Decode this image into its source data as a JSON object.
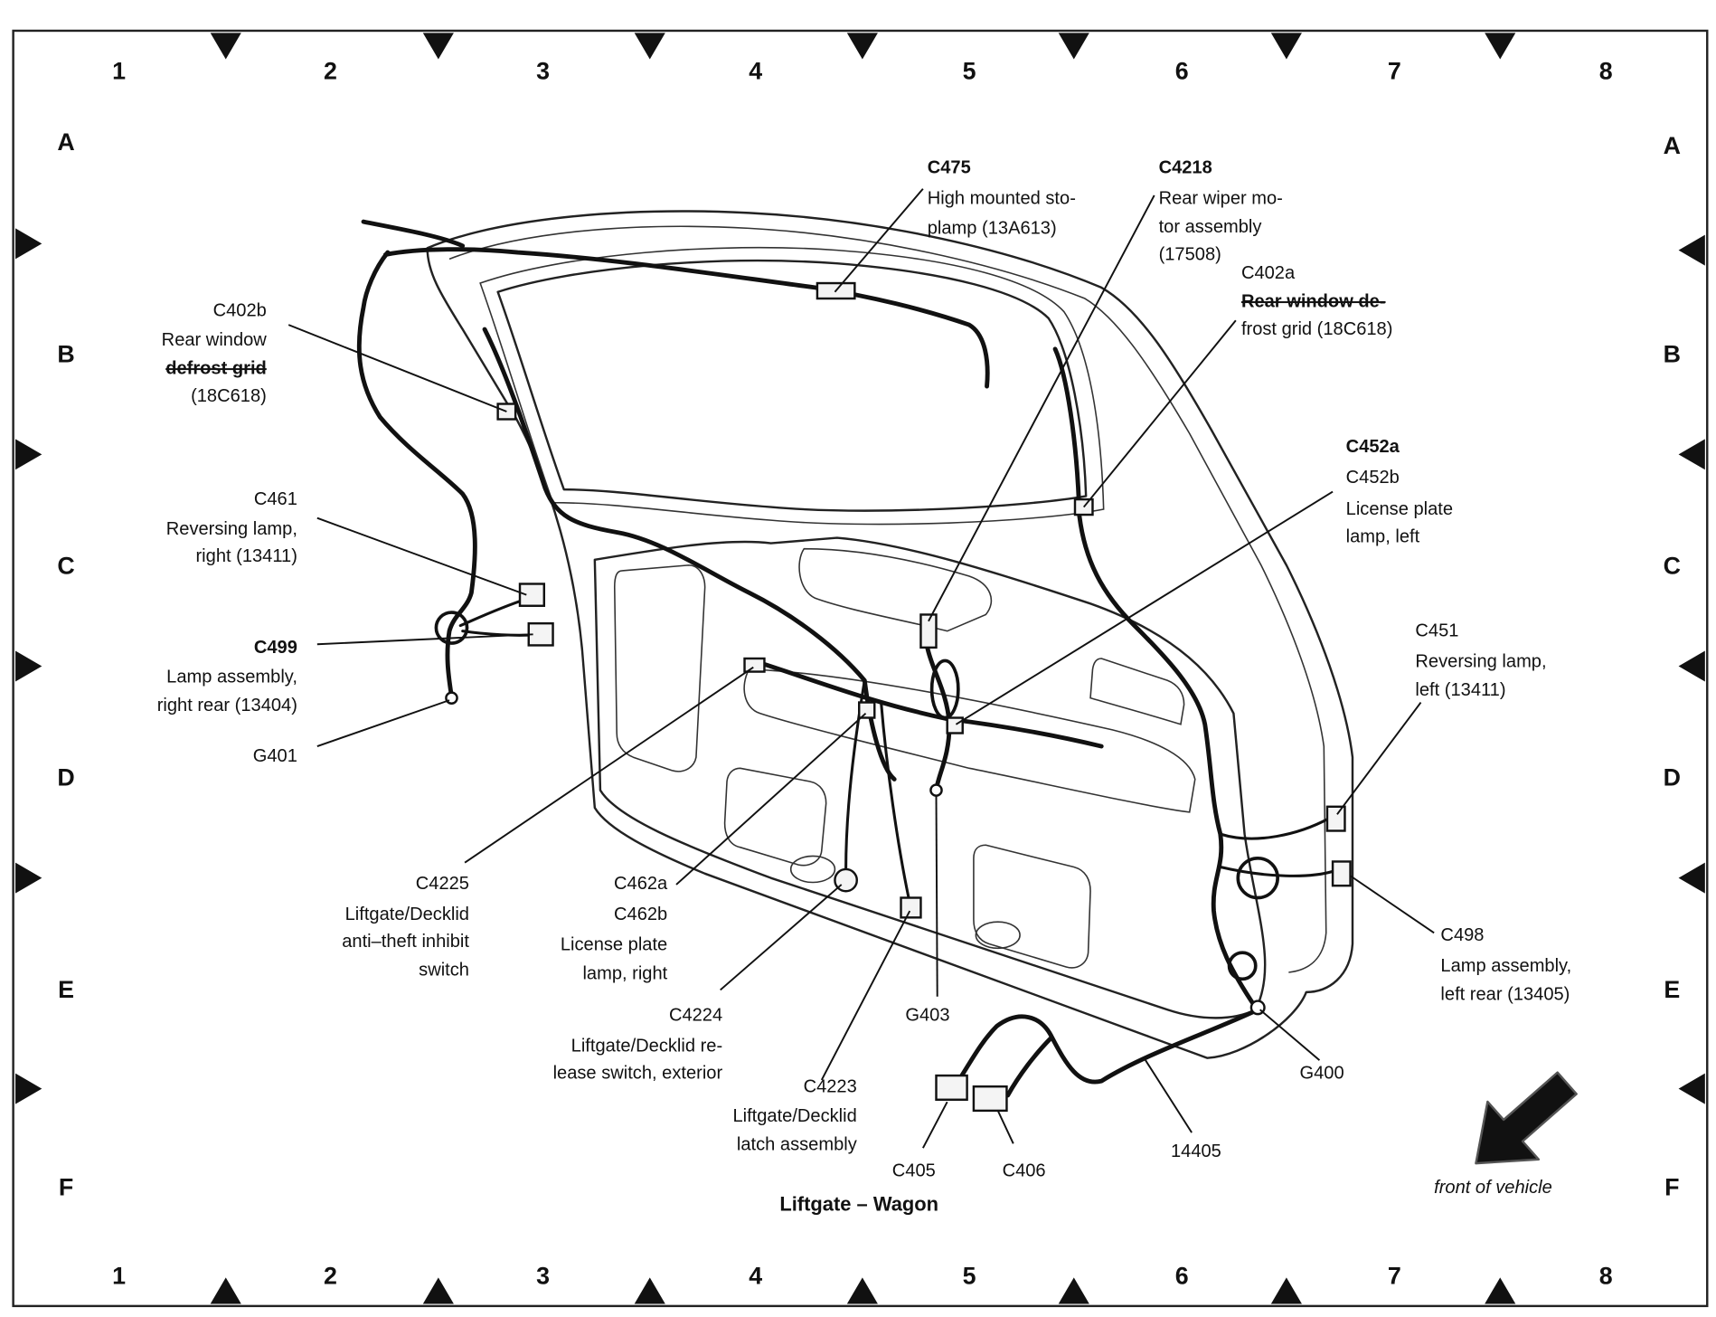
{
  "grid": {
    "columns": [
      "1",
      "2",
      "3",
      "4",
      "5",
      "6",
      "7",
      "8"
    ],
    "rows": [
      "A",
      "B",
      "C",
      "D",
      "E",
      "F"
    ]
  },
  "callouts": {
    "c475": {
      "id": "C475",
      "lines": [
        "High mounted sto-",
        "plamp (13A613)"
      ]
    },
    "c4218": {
      "id": "C4218",
      "lines": [
        "Rear wiper mo-",
        "tor assembly",
        "(17508)"
      ]
    },
    "c402a": {
      "id": "C402a",
      "lines": [
        "Rear window de-",
        "frost grid (18C618)"
      ]
    },
    "c402b": {
      "id": "C402b",
      "lines": [
        "Rear window",
        "defrost grid",
        "(18C618)"
      ]
    },
    "c461": {
      "id": "C461",
      "lines": [
        "Reversing lamp,",
        "right (13411)"
      ]
    },
    "c499": {
      "id": "C499",
      "lines": [
        "Lamp assembly,",
        "right rear (13404)"
      ]
    },
    "g401": {
      "id": "G401"
    },
    "c452": {
      "ids": [
        "C452a",
        "C452b"
      ],
      "lines": [
        "License plate",
        "lamp, left"
      ]
    },
    "c451": {
      "id": "C451",
      "lines": [
        "Reversing lamp,",
        "left (13411)"
      ]
    },
    "c498": {
      "id": "C498",
      "lines": [
        "Lamp assembly,",
        "left rear (13405)"
      ]
    },
    "g400": {
      "id": "G400"
    },
    "c4225": {
      "id": "C4225",
      "lines": [
        "Liftgate/Decklid",
        "anti–theft inhibit",
        "switch"
      ]
    },
    "c462": {
      "ids": [
        "C462a",
        "C462b"
      ],
      "lines": [
        "License plate",
        "lamp, right"
      ]
    },
    "c4224": {
      "id": "C4224",
      "lines": [
        "Liftgate/Decklid re-",
        "lease switch, exterior"
      ]
    },
    "c4223": {
      "id": "C4223",
      "lines": [
        "Liftgate/Decklid",
        "latch assembly"
      ]
    },
    "g403": {
      "id": "G403"
    },
    "c405": {
      "id": "C405"
    },
    "c406": {
      "id": "C406"
    },
    "harness_14405": {
      "id": "14405"
    }
  },
  "caption": "Liftgate – Wagon",
  "orientation": {
    "label": "front of vehicle",
    "arrow_icon": "arrow-down-left-icon"
  }
}
